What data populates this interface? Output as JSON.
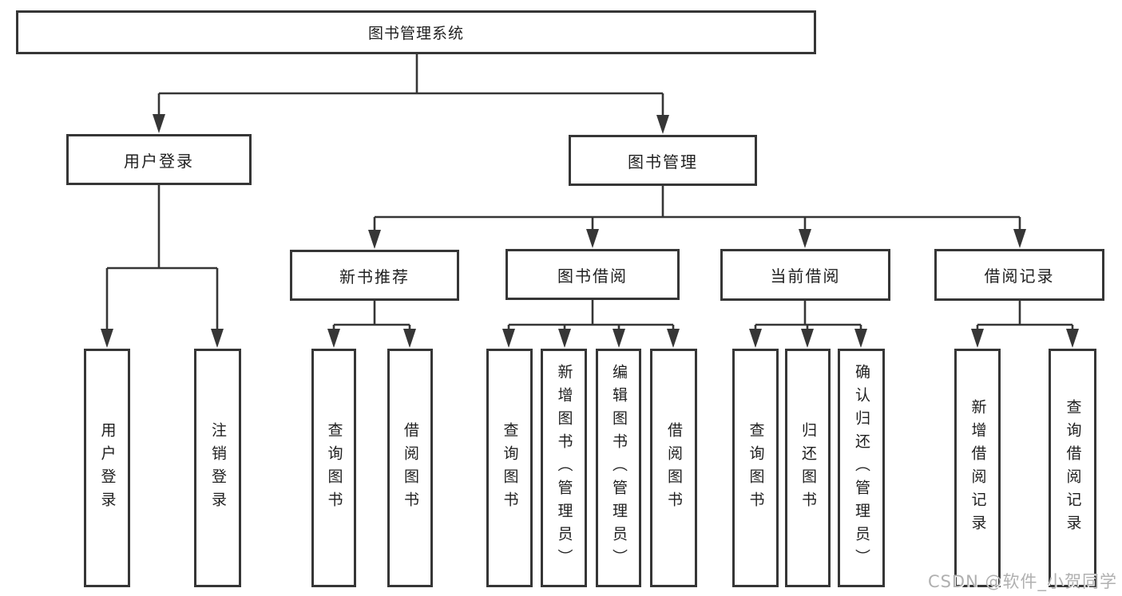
{
  "tree": {
    "label": "图书管理系统",
    "children": [
      {
        "label": "用户登录",
        "children": [
          {
            "label": "用户登录"
          },
          {
            "label": "注销登录"
          }
        ]
      },
      {
        "label": "图书管理",
        "children": [
          {
            "label": "新书推荐",
            "children": [
              {
                "label": "查询图书"
              },
              {
                "label": "借阅图书"
              }
            ]
          },
          {
            "label": "图书借阅",
            "children": [
              {
                "label": "查询图书"
              },
              {
                "label": "新增图书（管理员）"
              },
              {
                "label": "编辑图书（管理员）"
              },
              {
                "label": "借阅图书"
              }
            ]
          },
          {
            "label": "当前借阅",
            "children": [
              {
                "label": "查询图书"
              },
              {
                "label": "归还图书"
              },
              {
                "label": "确认归还（管理员）"
              }
            ]
          },
          {
            "label": "借阅记录",
            "children": [
              {
                "label": "新增借阅记录"
              },
              {
                "label": "查询借阅记录"
              }
            ]
          }
        ]
      }
    ]
  },
  "watermark": {
    "text": "CSDN @软件_小贺同学"
  },
  "colors": {
    "line": "#363636",
    "box_border": "#363636",
    "text": "#1f1f1f",
    "watermark": "#b0b0b0",
    "background": "#ffffff"
  }
}
